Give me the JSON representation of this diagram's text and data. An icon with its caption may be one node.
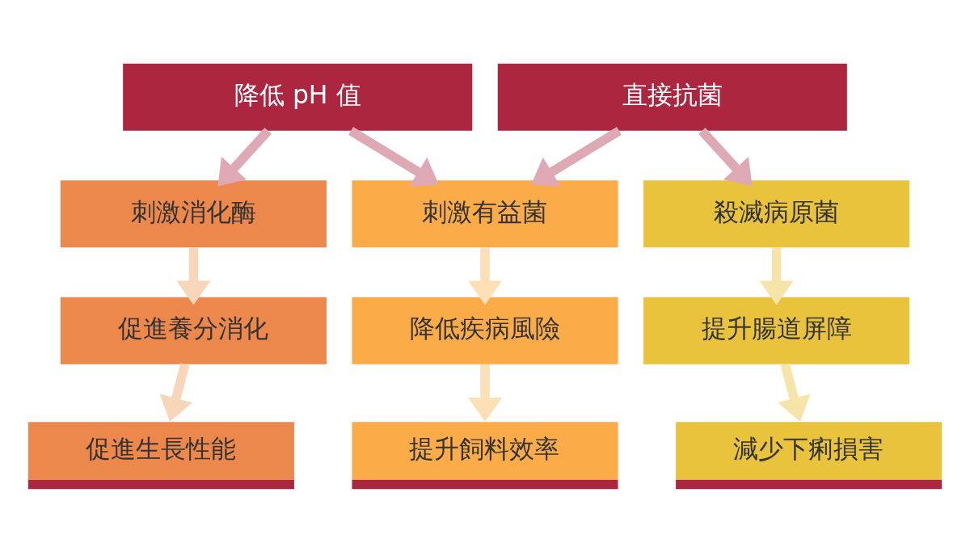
{
  "diagram": {
    "nodes": [
      {
        "text": [
          "降低 pH 值"
        ]
      },
      {
        "text": [
          "直接抗菌"
        ]
      },
      {
        "text": [
          "刺激消化酶"
        ]
      },
      {
        "text": [
          "刺激有益菌"
        ]
      },
      {
        "text": [
          "殺滅病原菌"
        ]
      },
      {
        "text": [
          "促進養分消化"
        ]
      },
      {
        "text": [
          "降低疾病風險"
        ]
      },
      {
        "text": [
          "提升腸道屏障"
        ]
      },
      {
        "text": [
          "促進生長性能"
        ]
      },
      {
        "text": [
          "提升飼料效率"
        ]
      },
      {
        "text": [
          "減少下痢損害"
        ]
      }
    ],
    "edges": [
      {
        "from": 0,
        "to": 2,
        "arrow": "to",
        "color": "#dfa8b5"
      },
      {
        "from": 0,
        "to": 3,
        "arrow": "to",
        "color": "#dfa8b5"
      },
      {
        "from": 1,
        "to": 3,
        "arrow": "to",
        "color": "#dfa8b5"
      },
      {
        "from": 1,
        "to": 4,
        "arrow": "to",
        "color": "#dfa8b5"
      },
      {
        "from": 2,
        "to": 5,
        "arrow": "to",
        "color": "#f7d6b9"
      },
      {
        "from": 5,
        "to": 8,
        "arrow": "to",
        "color": "#f7d6b9"
      },
      {
        "from": 3,
        "to": 6,
        "arrow": "to",
        "color": "#fde0b6"
      },
      {
        "from": 6,
        "to": 9,
        "arrow": "to",
        "color": "#fde0b6"
      },
      {
        "from": 4,
        "to": 7,
        "arrow": "to",
        "color": "#f6e4a8"
      },
      {
        "from": 7,
        "to": 10,
        "arrow": "to",
        "color": "#f6e4a8"
      }
    ]
  }
}
